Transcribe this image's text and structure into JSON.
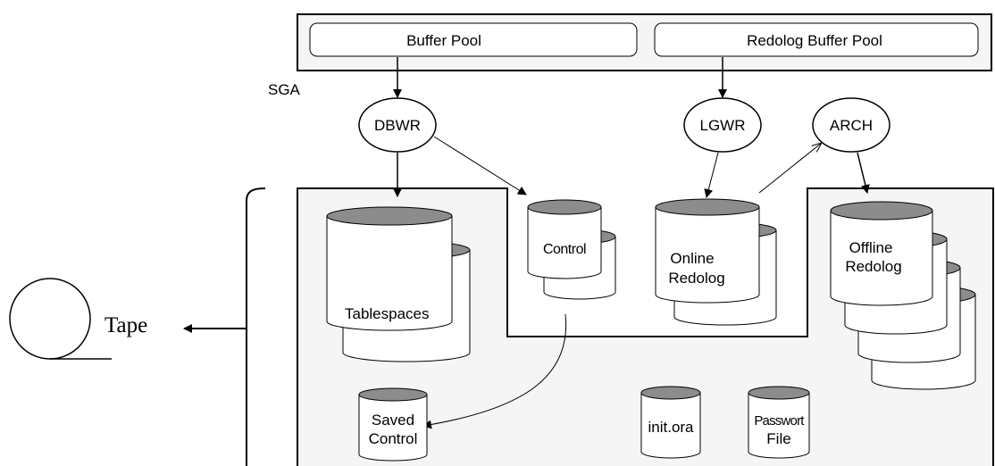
{
  "sga": {
    "label": "SGA",
    "buffer_pool": "Buffer Pool",
    "redolog_buffer_pool": "Redolog Buffer Pool"
  },
  "processes": {
    "dbwr": "DBWR",
    "lgwr": "LGWR",
    "arch": "ARCH"
  },
  "files": {
    "tablespaces": "Tablespaces",
    "control": "Control",
    "online_redolog": [
      "Online",
      "Redolog"
    ],
    "offline_redolog": [
      "Offline",
      "Redolog"
    ],
    "saved_control": [
      "Saved",
      "Control"
    ],
    "init_ora": "init.ora",
    "passwort_file": [
      "Passwort",
      "File"
    ]
  },
  "backup": {
    "tape": "Tape"
  },
  "colors": {
    "cylinder_top": "#8c8c8c",
    "panel_fill": "#f5f5f5",
    "line": "#000000"
  }
}
